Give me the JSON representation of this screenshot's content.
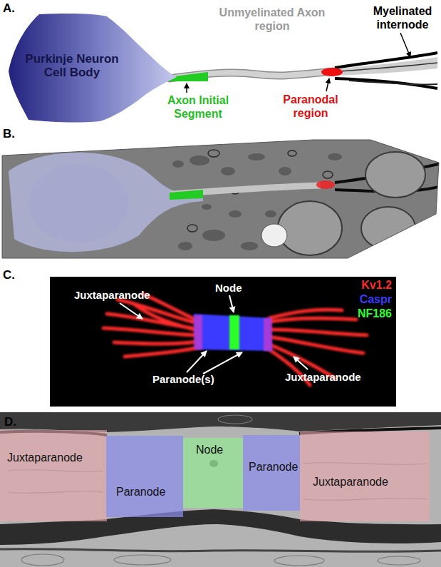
{
  "diagram": {
    "nodes": [
      {
        "text": [
          "Purkinje Neuron Cell Body"
        ]
      },
      {
        "text": [
          "Juxtaparanode"
        ]
      },
      {
        "text": [
          "Paranode"
        ]
      },
      {
        "text": [
          "Node"
        ]
      },
      {
        "text": [
          "Paranode"
        ]
      },
      {
        "text": [
          "Juxtaparanode"
        ]
      }
    ],
    "labels": [
      "A.",
      "Unmyelinated Axon region",
      "Myelinated internode",
      "Axon Initial Segment",
      "Paranodal region",
      "B.",
      "C.",
      "Juxtaparanode",
      "Node",
      "Paranode(s)",
      "Juxtaparanode",
      "D."
    ],
    "legend": [
      {
        "text": "Kv1.2",
        "color": "#ff2a2a"
      },
      {
        "text": "Caspr",
        "color": "#3a3aff"
      },
      {
        "text": "NF186",
        "color": "#2aff2a"
      }
    ]
  }
}
